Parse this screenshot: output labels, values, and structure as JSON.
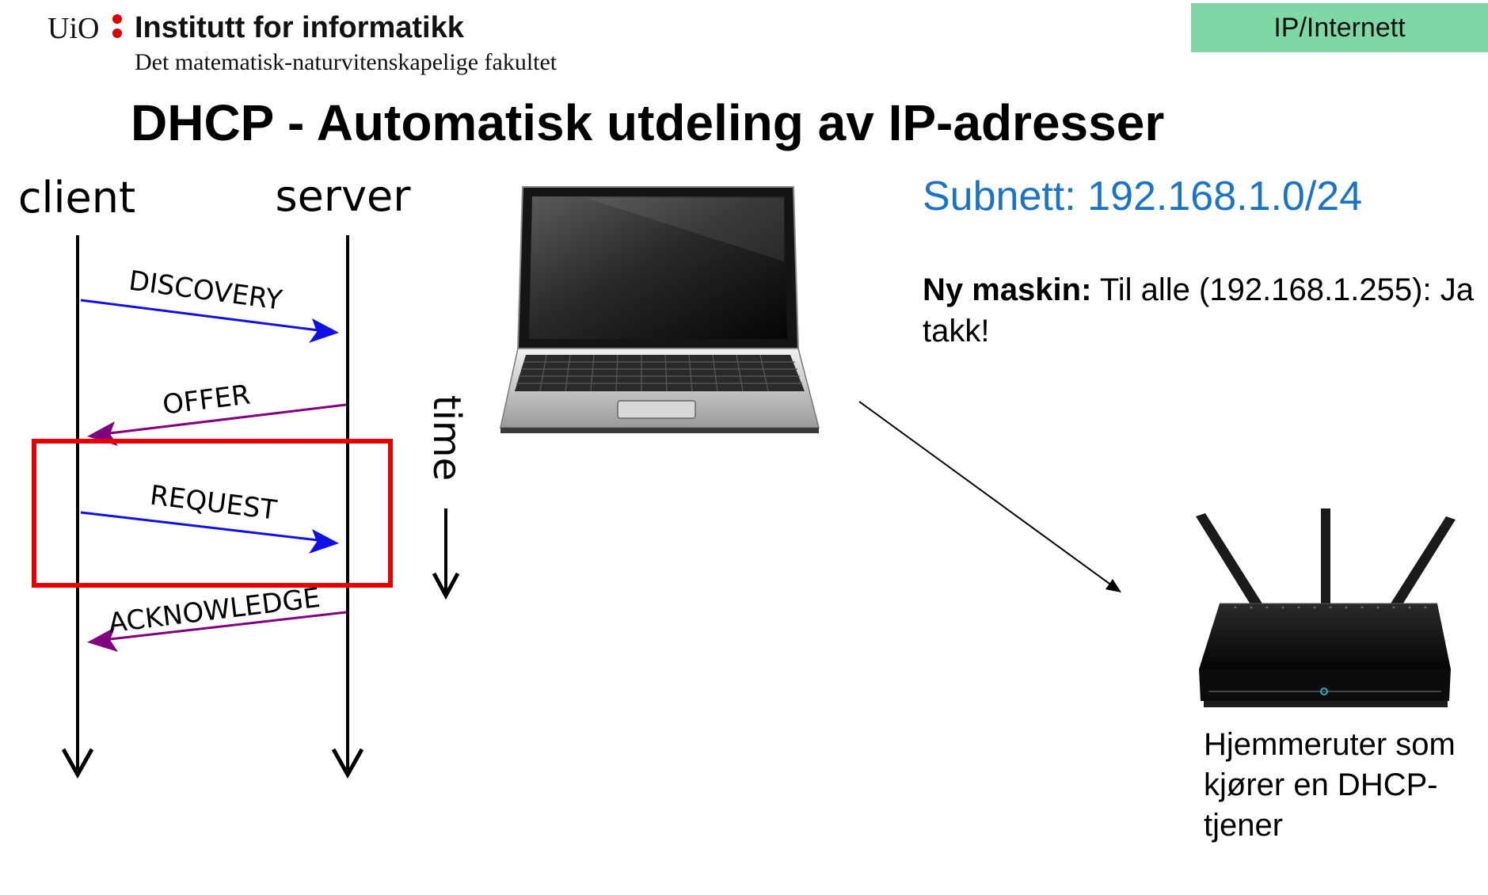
{
  "header": {
    "logo_text": "UiO",
    "institute": "Institutt for informatikk",
    "faculty": "Det matematisk-naturvitenskapelige fakultet",
    "topic_badge": "IP/Internett"
  },
  "slide": {
    "title": "DHCP - Automatisk utdeling av IP-adresser"
  },
  "sequence": {
    "client_label": "client",
    "server_label": "server",
    "time_label": "time",
    "messages": [
      "DISCOVERY",
      "OFFER",
      "REQUEST",
      "ACKNOWLEDGE"
    ],
    "highlighted_message": "REQUEST"
  },
  "info": {
    "subnet": "Subnett: 192.168.1.0/24",
    "new_machine_label": "Ny maskin:",
    "new_machine_text": " Til alle (192.168.1.255): Ja takk!"
  },
  "router": {
    "caption": "Hjemmeruter som kjører en DHCP-tjener"
  },
  "colors": {
    "blue_arrow": "#1010e6",
    "purple_arrow": "#800080",
    "highlight_box": "#e60000",
    "badge": "#7fd7a6",
    "subnet_text": "#1a73c4"
  },
  "icons": [
    "laptop-icon",
    "router-icon"
  ]
}
